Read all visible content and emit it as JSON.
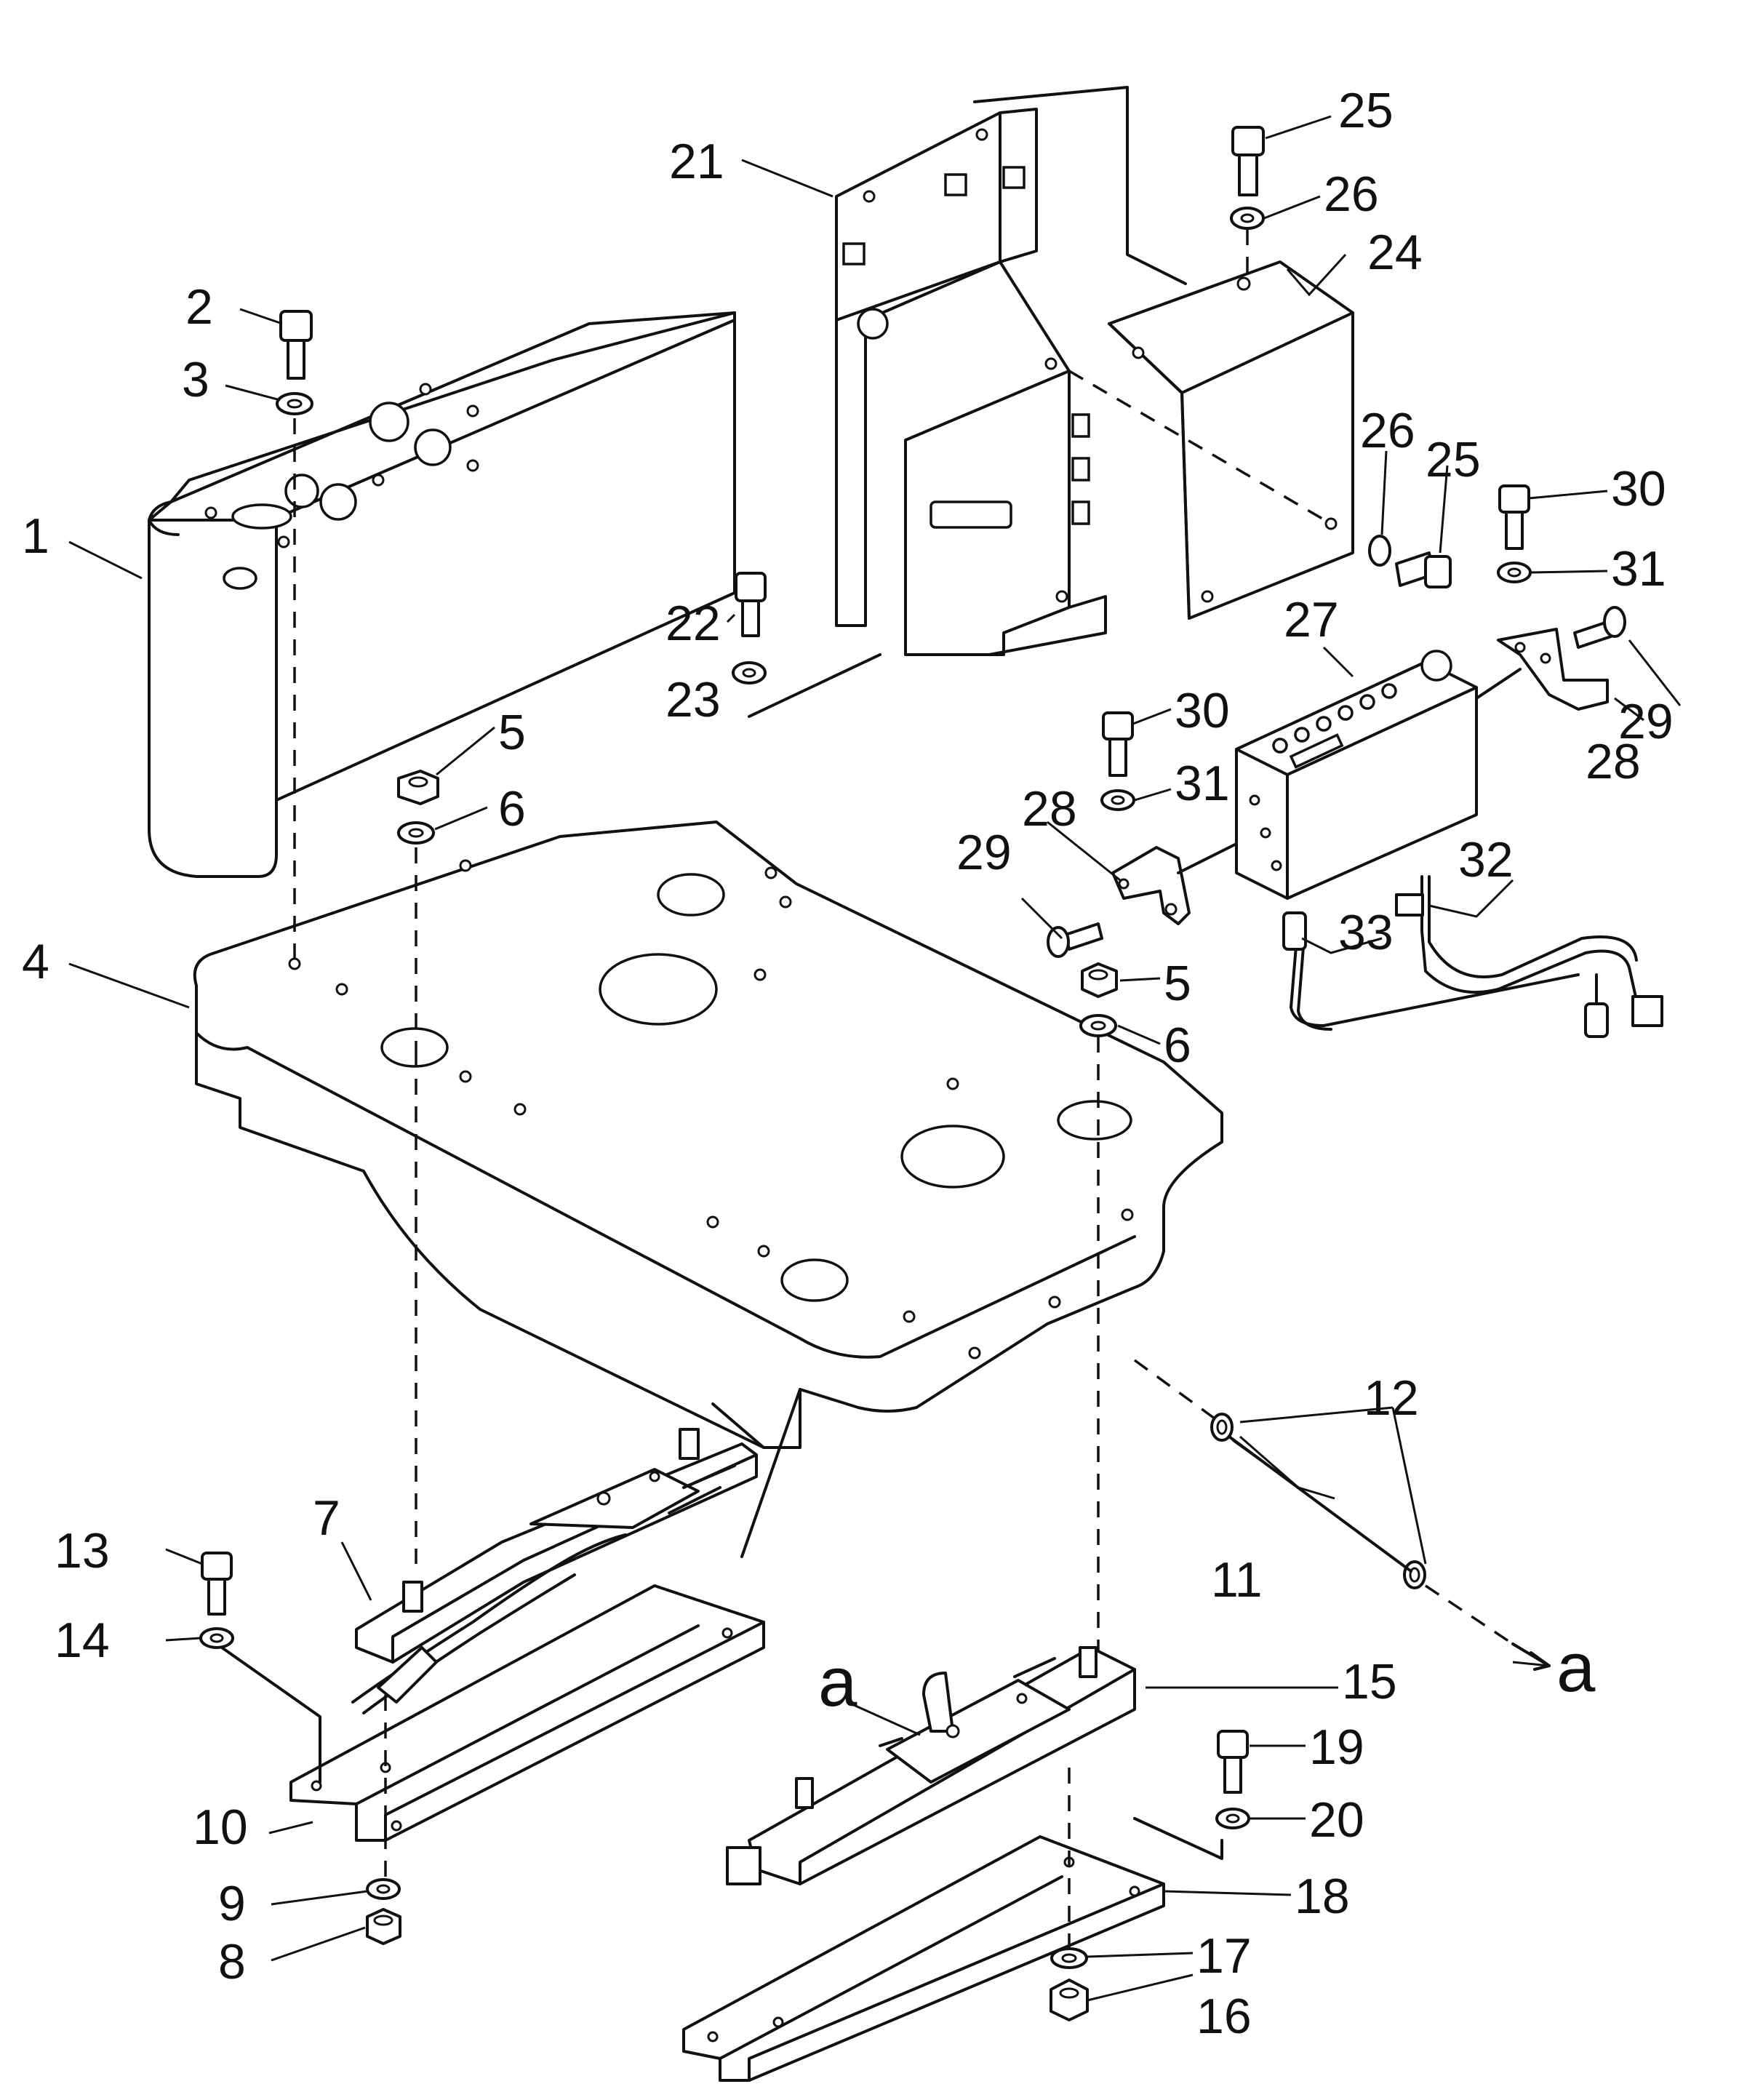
{
  "labels": [
    {
      "id": "1",
      "text": "1"
    },
    {
      "id": "2",
      "text": "2"
    },
    {
      "id": "3",
      "text": "3"
    },
    {
      "id": "4",
      "text": "4"
    },
    {
      "id": "5a",
      "text": "5"
    },
    {
      "id": "6a",
      "text": "6"
    },
    {
      "id": "5b",
      "text": "5"
    },
    {
      "id": "6b",
      "text": "6"
    },
    {
      "id": "7",
      "text": "7"
    },
    {
      "id": "8",
      "text": "8"
    },
    {
      "id": "9",
      "text": "9"
    },
    {
      "id": "10",
      "text": "10"
    },
    {
      "id": "11",
      "text": "11"
    },
    {
      "id": "12",
      "text": "12"
    },
    {
      "id": "13",
      "text": "13"
    },
    {
      "id": "14",
      "text": "14"
    },
    {
      "id": "15",
      "text": "15"
    },
    {
      "id": "16",
      "text": "16"
    },
    {
      "id": "17",
      "text": "17"
    },
    {
      "id": "18",
      "text": "18"
    },
    {
      "id": "19",
      "text": "19"
    },
    {
      "id": "20",
      "text": "20"
    },
    {
      "id": "21",
      "text": "21"
    },
    {
      "id": "22",
      "text": "22"
    },
    {
      "id": "23",
      "text": "23"
    },
    {
      "id": "24",
      "text": "24"
    },
    {
      "id": "25a",
      "text": "25"
    },
    {
      "id": "26a",
      "text": "26"
    },
    {
      "id": "26b",
      "text": "26"
    },
    {
      "id": "25b",
      "text": "25"
    },
    {
      "id": "27",
      "text": "27"
    },
    {
      "id": "28a",
      "text": "28"
    },
    {
      "id": "28b",
      "text": "28"
    },
    {
      "id": "29a",
      "text": "29"
    },
    {
      "id": "29b",
      "text": "29"
    },
    {
      "id": "30a",
      "text": "30"
    },
    {
      "id": "31a",
      "text": "31"
    },
    {
      "id": "30b",
      "text": "30"
    },
    {
      "id": "31b",
      "text": "31"
    },
    {
      "id": "32",
      "text": "32"
    },
    {
      "id": "33",
      "text": "33"
    }
  ],
  "reference_marks": [
    {
      "id": "a_left",
      "text": "a"
    },
    {
      "id": "a_right",
      "text": "a"
    }
  ]
}
